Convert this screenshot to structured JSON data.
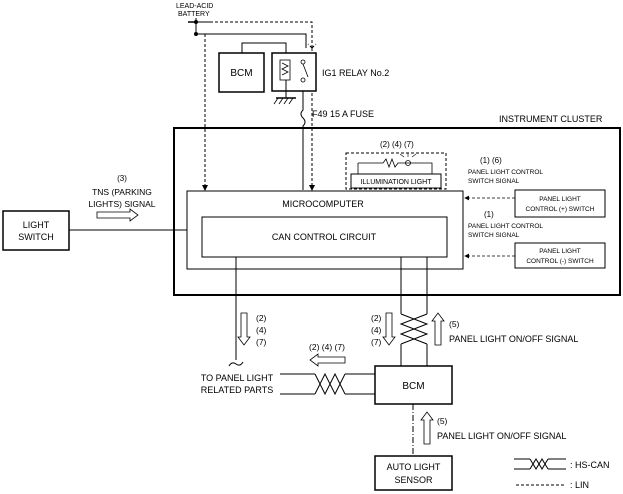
{
  "battery": {
    "line1": "LEAD-ACID",
    "line2": "BATTERY"
  },
  "bcm_top": "BCM",
  "relay": "IG1 RELAY No.2",
  "fuse": "F49 15 A FUSE",
  "cluster": "INSTRUMENT CLUSTER",
  "illum_refs": "(2) (4) (7)",
  "illum_light": "ILLUMINATION LIGHT",
  "microcomputer": "MICROCOMPUTER",
  "can_circuit": "CAN CONTROL CIRCUIT",
  "light_switch": {
    "line1": "LIGHT",
    "line2": "SWITCH"
  },
  "tns": {
    "ref": "(3)",
    "line1": "TNS (PARKING",
    "line2": "LIGHTS) SIGNAL"
  },
  "plc_plus": {
    "refs": "(1) (6)",
    "sig1": "PANEL LIGHT CONTROL",
    "sig2": "SWITCH SIGNAL",
    "box1": "PANEL LIGHT",
    "box2": "CONTROL (+) SWITCH"
  },
  "plc_minus": {
    "refs": "(1)",
    "sig1": "PANEL LIGHT CONTROL",
    "sig2": "SWITCH SIGNAL",
    "box1": "PANEL LIGHT",
    "box2": "CONTROL (-) SWITCH"
  },
  "left_refs": [
    "(2)",
    "(4)",
    "(7)"
  ],
  "mid_refs": [
    "(2)",
    "(4)",
    "(7)"
  ],
  "mid_ref5": "(5)",
  "onoff_upper": "PANEL LIGHT ON/OFF SIGNAL",
  "to_panel": {
    "line1": "TO PANEL LIGHT",
    "line2": "RELATED PARTS"
  },
  "bcm_refs": "(2) (4) (7)",
  "bcm_bottom": "BCM",
  "low_ref5": "(5)",
  "onoff_lower": "PANEL LIGHT ON/OFF SIGNAL",
  "auto_light": {
    "line1": "AUTO LIGHT",
    "line2": "SENSOR"
  },
  "legend": {
    "hscan": ": HS-CAN",
    "lin": ": LIN"
  }
}
